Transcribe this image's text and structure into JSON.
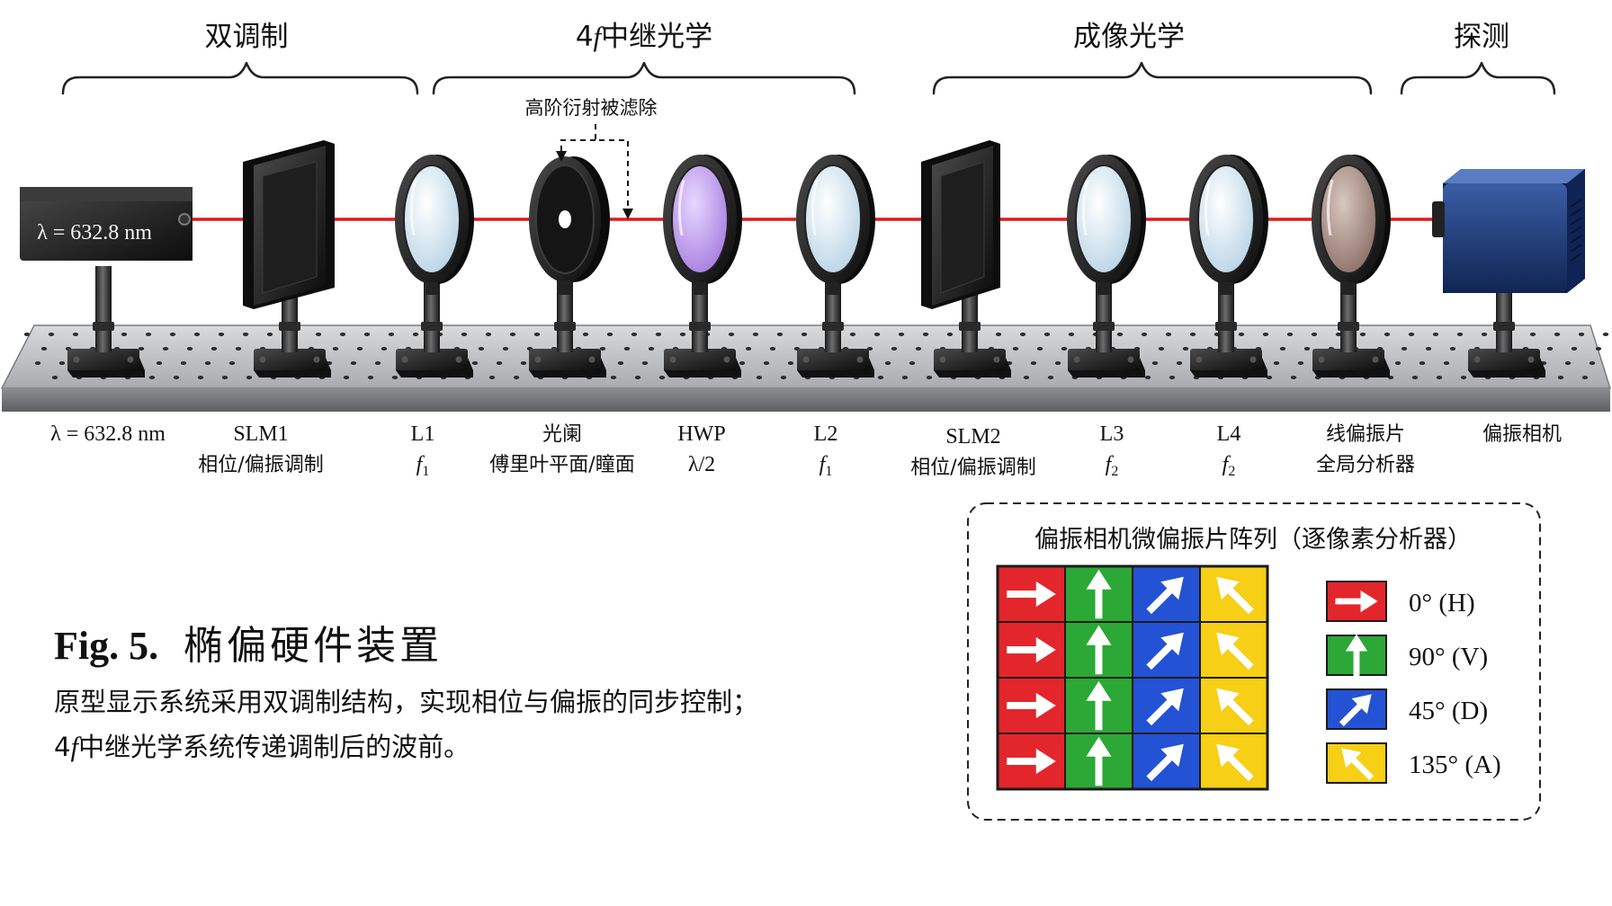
{
  "groups": {
    "dual_mod": "双调制",
    "relay_prefix": "4",
    "relay_f": "f",
    "relay_suffix": "中继光学",
    "imaging": "成像光学",
    "detect": "探测"
  },
  "filter_note": "高阶衍射被滤除",
  "laser_panel_text": "λ = 632.8 nm",
  "components": [
    {
      "id": "laser",
      "label1": "λ = 632.8 nm",
      "label2": ""
    },
    {
      "id": "slm1",
      "label1": "SLM1",
      "label2": "相位/偏振调制"
    },
    {
      "id": "l1",
      "label1": "L1",
      "label2": "f",
      "sub2": "1"
    },
    {
      "id": "aperture",
      "label1": "光阑",
      "label2": "傅里叶平面/瞳面"
    },
    {
      "id": "hwp",
      "label1": "HWP",
      "label2": "λ/2"
    },
    {
      "id": "l2",
      "label1": "L2",
      "label2": "f",
      "sub2": "1"
    },
    {
      "id": "slm2",
      "label1": "SLM2",
      "label2": "相位/偏振调制"
    },
    {
      "id": "l3",
      "label1": "L3",
      "label2": "f",
      "sub2": "2"
    },
    {
      "id": "l4",
      "label1": "L4",
      "label2": "f",
      "sub2": "2"
    },
    {
      "id": "polarizer",
      "label1": "线偏振片",
      "label2": "全局分析器"
    },
    {
      "id": "camera",
      "label1": "偏振相机",
      "label2": ""
    }
  ],
  "inset": {
    "title": "偏振相机微偏振片阵列（逐像素分析器）",
    "legend": [
      {
        "label": "0° (H)",
        "color": "#e3262b",
        "arrow": "right"
      },
      {
        "label": "90° (V)",
        "color": "#2ba836",
        "arrow": "up"
      },
      {
        "label": "45° (D)",
        "color": "#2452d4",
        "arrow": "up-right"
      },
      {
        "label": "135° (A)",
        "color": "#f6cf16",
        "arrow": "up-left"
      }
    ]
  },
  "caption": {
    "fig_num": "Fig. 5.",
    "fig_title": "椭偏硬件装置",
    "line1": "原型显示系统采用双调制结构，实现相位与偏振的同步控制；",
    "line2_prefix": "4",
    "line2_f": "f",
    "line2_suffix": "中继光学系统传递调制后的波前。"
  }
}
